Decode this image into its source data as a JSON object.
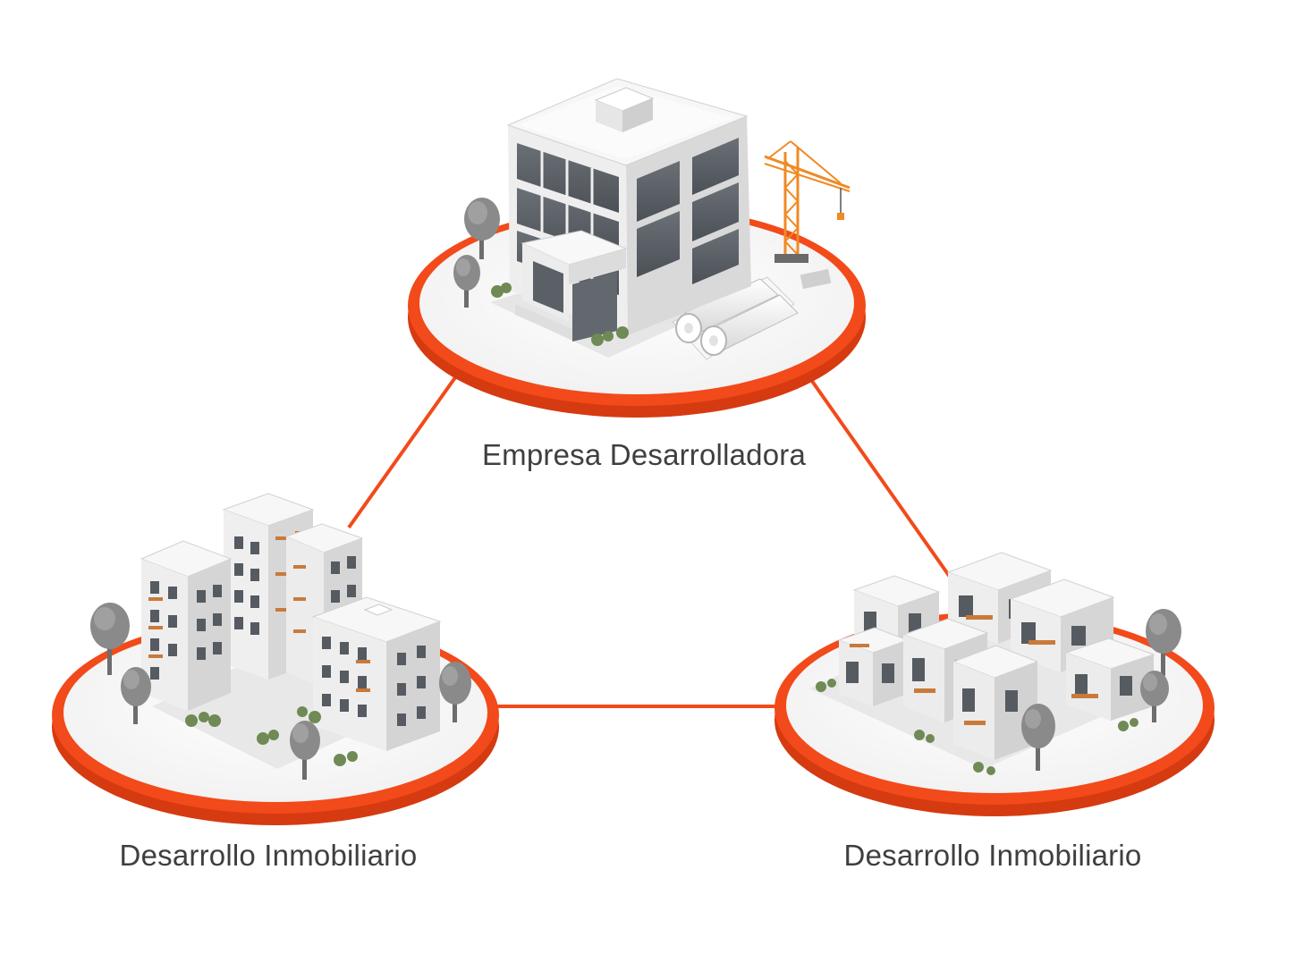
{
  "nodes": {
    "developer": {
      "label": "Empresa Desarrolladora",
      "illustration": "office-building-with-crane-and-blueprints"
    },
    "project_left": {
      "label": "Desarrollo Inmobiliario",
      "illustration": "apartment-blocks-with-trees"
    },
    "project_right": {
      "label": "Desarrollo Inmobiliario",
      "illustration": "townhouse-cluster-with-trees"
    }
  },
  "colors": {
    "accent": "#f24a1a",
    "platform_top": "#ffffff",
    "building_light": "#f2f2f2",
    "building_side": "#d9d9d9",
    "window": "#555b61",
    "crane": "#f08a24",
    "tree": "#8a8a8a",
    "shrub": "#6f8a55",
    "label_text": "#3f3f3f"
  }
}
